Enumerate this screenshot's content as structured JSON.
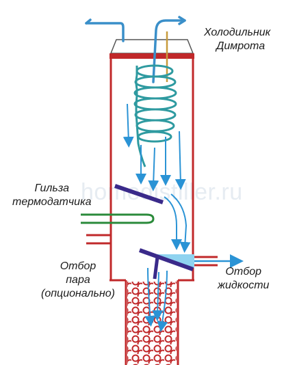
{
  "labels": {
    "condenser_line1": "Холодильник",
    "condenser_line2": "Димрота",
    "sleeve_line1": "Гильза",
    "sleeve_line2": "термодатчика",
    "vapor_line1": "Отбор",
    "vapor_line2": "пара",
    "vapor_line3": "(опционально)",
    "liquid_line1": "Отбор",
    "liquid_line2": "жидкости"
  },
  "watermark": "homedistiller.ru",
  "colors": {
    "column_outline": "#c0282a",
    "cooling_water": "#3a8fc9",
    "coil": "#2e9aa0",
    "flow_arrow": "#2a93d5",
    "thermo_sleeve": "#2a8a3a",
    "baffle": "#3a2a8a",
    "packing": "#c0282a"
  }
}
